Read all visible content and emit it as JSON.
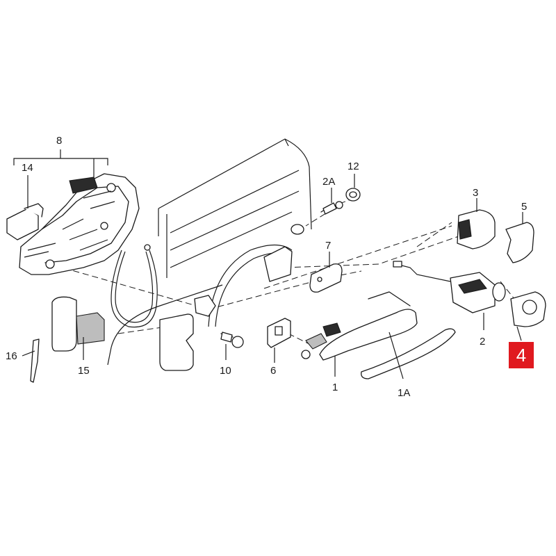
{
  "callouts": {
    "c1": "1",
    "c1a": "1A",
    "c2": "2",
    "c2a": "2A",
    "c3": "3",
    "c4": "4",
    "c5": "5",
    "c6": "6",
    "c7": "7",
    "c8": "8",
    "c10": "10",
    "c12": "12",
    "c14": "14",
    "c15": "15",
    "c16": "16"
  },
  "highlight": {
    "part": "4",
    "color": "#e0191f"
  }
}
